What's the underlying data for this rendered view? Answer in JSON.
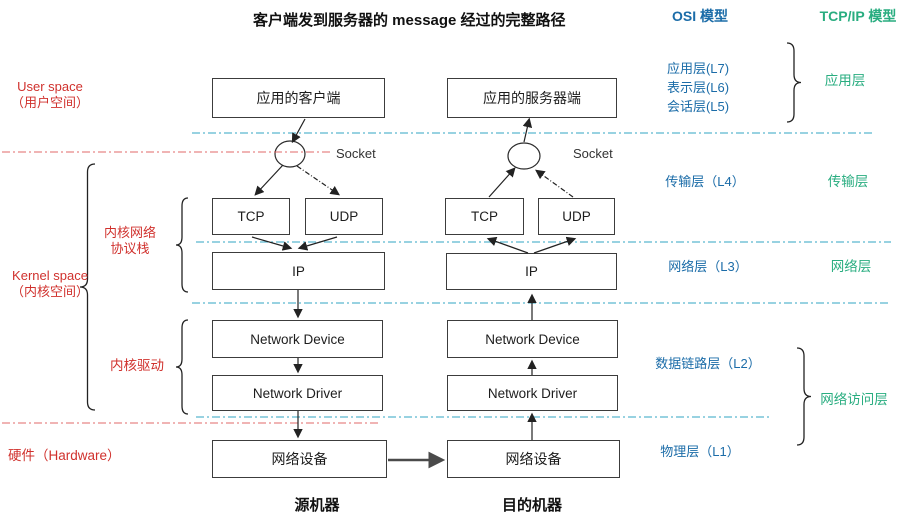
{
  "title": "客户端发到服务器的 message 经过的完整路径",
  "headers": {
    "osi": "OSI 模型",
    "tcpip": "TCP/IP 模型"
  },
  "spaces": {
    "user_en": "User space",
    "user_cn": "（用户空间）",
    "kernel_en": "Kernel space",
    "kernel_cn": "（内核空间）",
    "kernel_net_line1": "内核网络",
    "kernel_net_line2": "协议栈",
    "kernel_driver": "内核驱动",
    "hardware": "硬件（Hardware）"
  },
  "osi_layers": {
    "l7": "应用层(L7)",
    "l6": "表示层(L6)",
    "l5": "会话层(L5)",
    "l4": "传输层（L4）",
    "l3": "网络层（L3）",
    "l2": "数据链路层（L2）",
    "l1": "物理层（L1）"
  },
  "tcpip_layers": {
    "application": "应用层",
    "transport": "传输层",
    "network": "网络层",
    "network_access": "网络访问层"
  },
  "client": {
    "app": "应用的客户端",
    "socket": "Socket",
    "tcp": "TCP",
    "udp": "UDP",
    "ip": "IP",
    "net_device": "Network Device",
    "net_driver": "Network Driver",
    "hw": "网络设备",
    "machine": "源机器"
  },
  "server": {
    "app": "应用的服务器端",
    "socket": "Socket",
    "tcp": "TCP",
    "udp": "UDP",
    "ip": "IP",
    "net_device": "Network Device",
    "net_driver": "Network Driver",
    "hw": "网络设备",
    "machine": "目的机器"
  },
  "colors": {
    "red_text": "#d0312d",
    "blue_text": "#1b6ca8",
    "green_text": "#29ad80",
    "cyan_line": "#5ab6cf",
    "red_line": "#e06a6a"
  }
}
